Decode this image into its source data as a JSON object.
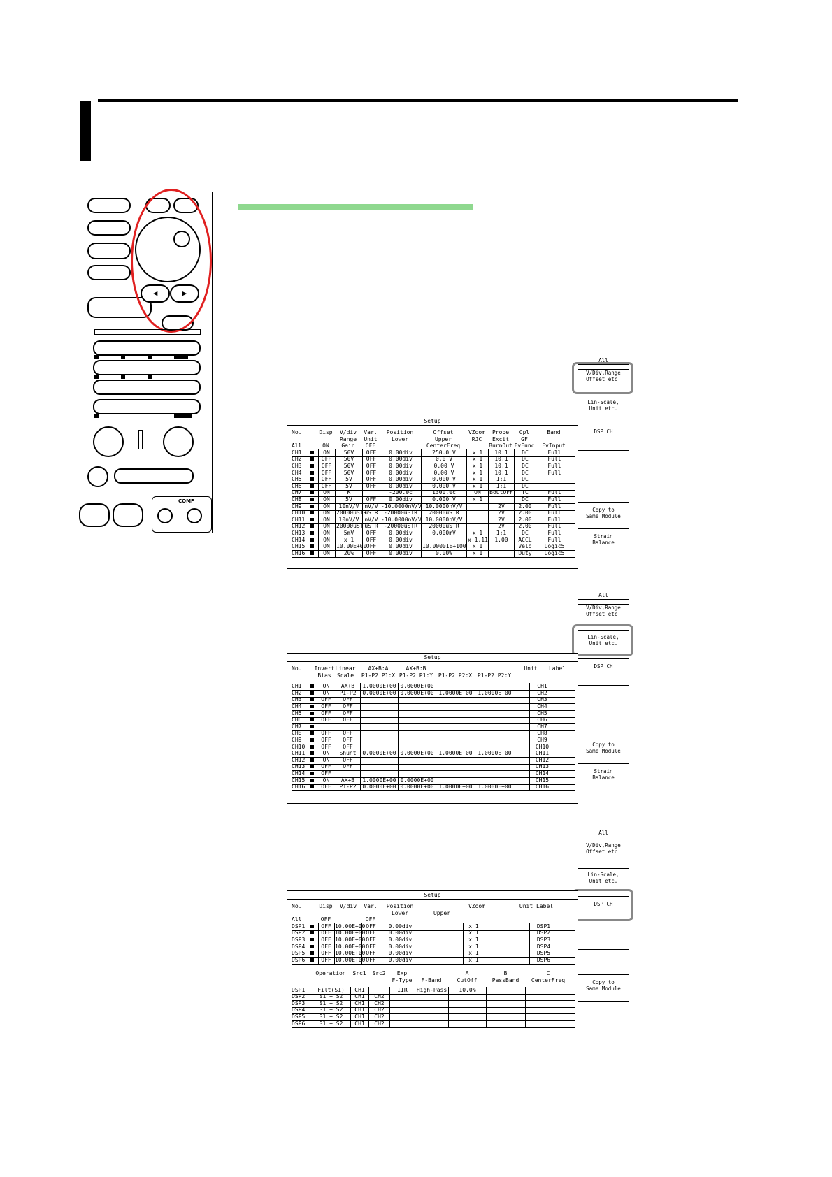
{
  "screen1": {
    "title": "Setup",
    "headers": [
      [
        "No.",
        "Disp",
        "V/div",
        "Var.",
        "Position",
        "Offset",
        "VZoom",
        "Probe",
        "Cpl",
        "Band"
      ],
      [
        "",
        "",
        "Range",
        "Unit",
        "Lower",
        "Upper",
        "RJC",
        "Excit",
        "GF",
        ""
      ],
      [
        "All",
        "ON",
        "Gain",
        "OFF",
        "",
        "CenterFreq",
        "",
        "BurnOut",
        "FvFunc",
        "FvInput"
      ]
    ],
    "rows": [
      [
        "CH1",
        "ON",
        "50V",
        "OFF",
        "0.00div",
        "250.0 V",
        "x 1",
        "10:1",
        "DC",
        "Full"
      ],
      [
        "CH2",
        "OFF",
        "50V",
        "OFF",
        "0.00div",
        "0.0 V",
        "x 1",
        "10:1",
        "DC",
        "Full"
      ],
      [
        "CH3",
        "OFF",
        "50V",
        "OFF",
        "0.00div",
        "0.00 V",
        "x 1",
        "10:1",
        "DC",
        "Full"
      ],
      [
        "CH4",
        "OFF",
        "50V",
        "OFF",
        "0.00div",
        "0.00 V",
        "x 1",
        "10:1",
        "DC",
        "Full"
      ],
      [
        "CH5",
        "OFF",
        "5V",
        "OFF",
        "0.00div",
        "0.000 V",
        "x 1",
        "1:1",
        "DC",
        ""
      ],
      [
        "CH6",
        "OFF",
        "5V",
        "OFF",
        "0.00div",
        "0.000 V",
        "x 1",
        "1:1",
        "DC",
        ""
      ],
      [
        "CH7",
        "ON",
        "K",
        "",
        "-200.0c",
        "1300.0c",
        "ON",
        "BoutOFF",
        "TC",
        "Full"
      ],
      [
        "CH8",
        "ON",
        "5V",
        "OFF",
        "0.00div",
        "0.000 V",
        "x 1",
        "",
        "DC",
        "Full"
      ],
      [
        "CH9",
        "ON",
        "10nV/V",
        "nV/V",
        "-10.0000nV/V",
        "10.0000nV/V",
        "",
        "2V",
        "2.00",
        "Full"
      ],
      [
        "CH10",
        "ON",
        "20000uSTR",
        "uSTR",
        "-20000uSTR",
        "20000uSTR",
        "",
        "2V",
        "2.00",
        "Full"
      ],
      [
        "CH11",
        "ON",
        "10nV/V",
        "nV/V",
        "-10.0000nV/V",
        "10.0000nV/V",
        "",
        "2V",
        "2.00",
        "Full"
      ],
      [
        "CH12",
        "ON",
        "20000uSTR",
        "uSTR",
        "-20000uSTR",
        "20000uSTR",
        "",
        "2V",
        "2.00",
        "Full"
      ],
      [
        "CH13",
        "ON",
        "5mV",
        "OFF",
        "0.00div",
        "0.000mV",
        "x 1",
        "1:1",
        "DC",
        "Full"
      ],
      [
        "CH14",
        "ON",
        "x 1",
        "OFF",
        "0.00div",
        "",
        "x 1.11",
        "1.00",
        "ACCL",
        "Full"
      ],
      [
        "CH15",
        "ON",
        "10.00E+00",
        "OFF",
        "0.00div",
        "10.00001E+100",
        "x 1",
        "",
        "Velo",
        "Logic5"
      ],
      [
        "CH16",
        "ON",
        "20%",
        "OFF",
        "0.00div",
        "0.00%",
        "x 1",
        "",
        "Duty",
        "Logic5"
      ]
    ]
  },
  "screen2": {
    "title": "Setup",
    "headers": [
      [
        "No.",
        "Invert",
        "Linear",
        "AX+B:A",
        "",
        "AX+B:B",
        "",
        "",
        "",
        "Unit",
        "Label"
      ],
      [
        "",
        "Bias",
        "Scale",
        "P1-P2 P1:X",
        "",
        "P1-P2 P1:Y",
        "P1-P2 P2:X",
        "P1-P2 P2:Y",
        "",
        "",
        ""
      ]
    ],
    "rows": [
      [
        "CH1",
        "ON",
        "AX+B",
        "1.0000E+00",
        "0.0000E+00",
        "",
        "",
        "CH1"
      ],
      [
        "CH2",
        "ON",
        "P1-P2",
        "0.0000E+00",
        "0.0000E+00",
        "1.0000E+00",
        "1.0000E+00",
        "CH2"
      ],
      [
        "CH3",
        "OFF",
        "OFF",
        "",
        "",
        "",
        "",
        "CH3"
      ],
      [
        "CH4",
        "OFF",
        "OFF",
        "",
        "",
        "",
        "",
        "CH4"
      ],
      [
        "CH5",
        "OFF",
        "OFF",
        "",
        "",
        "",
        "",
        "CH5"
      ],
      [
        "CH6",
        "OFF",
        "OFF",
        "",
        "",
        "",
        "",
        "CH6"
      ],
      [
        "CH7",
        "",
        "",
        "",
        "",
        "",
        "",
        "CH7"
      ],
      [
        "CH8",
        "OFF",
        "OFF",
        "",
        "",
        "",
        "",
        "CH8"
      ],
      [
        "CH9",
        "OFF",
        "OFF",
        "",
        "",
        "",
        "",
        "CH9"
      ],
      [
        "CH10",
        "OFF",
        "OFF",
        "",
        "",
        "",
        "",
        "CH10"
      ],
      [
        "CH11",
        "ON",
        "Shunt",
        "0.0000E+00",
        "0.0000E+00",
        "1.0000E+00",
        "1.0000E+00",
        "CH11"
      ],
      [
        "CH12",
        "ON",
        "OFF",
        "",
        "",
        "",
        "",
        "CH12"
      ],
      [
        "CH13",
        "OFF",
        "OFF",
        "",
        "",
        "",
        "",
        "CH13"
      ],
      [
        "CH14",
        "OFF",
        "",
        "",
        "",
        "",
        "",
        "CH14"
      ],
      [
        "CH15",
        "ON",
        "AX+B",
        "1.0000E+00",
        "0.0000E+00",
        "",
        "",
        "CH15"
      ],
      [
        "CH16",
        "OFF",
        "P1-P2",
        "0.0000E+00",
        "0.0000E+00",
        "1.0000E+00",
        "1.0000E+00",
        "CH16"
      ]
    ]
  },
  "screen3": {
    "title": "Setup",
    "headers": [
      [
        "No.",
        "Disp",
        "V/div",
        "Var.",
        "Position",
        "",
        "VZoom",
        "Unit Label"
      ],
      [
        "",
        "",
        "",
        "",
        "Lower",
        "Upper",
        "",
        ""
      ],
      [
        "All",
        "OFF",
        "",
        "OFF",
        "",
        "",
        "",
        ""
      ]
    ],
    "rows": [
      [
        "DSP1",
        "OFF",
        "10.00E+00",
        "OFF",
        "0.00div",
        "x 1",
        "DSP1"
      ],
      [
        "DSP2",
        "OFF",
        "10.00E+00",
        "OFF",
        "0.00div",
        "x 1",
        "DSP2"
      ],
      [
        "DSP3",
        "OFF",
        "10.00E+00",
        "OFF",
        "0.00div",
        "x 1",
        "DSP3"
      ],
      [
        "DSP4",
        "OFF",
        "10.00E+00",
        "OFF",
        "0.00div",
        "x 1",
        "DSP4"
      ],
      [
        "DSP5",
        "OFF",
        "10.00E+00",
        "OFF",
        "0.00div",
        "x 1",
        "DSP5"
      ],
      [
        "DSP6",
        "OFF",
        "10.00E+00",
        "OFF",
        "0.00div",
        "x 1",
        "DSP6"
      ]
    ],
    "op_headers": [
      [
        "",
        "Operation",
        "Src1",
        "Src2",
        "Exp",
        "",
        "A",
        "B",
        "C"
      ],
      [
        "",
        "",
        "",
        "",
        "F-Type",
        "F-Band",
        "CutOff",
        "PassBand",
        "CenterFreq"
      ]
    ],
    "op_rows": [
      [
        "DSP1",
        "Filt(S1)",
        "CH1",
        "",
        "IIR",
        "High-Pass",
        "10.0%",
        "",
        ""
      ],
      [
        "DSP2",
        "S1 + S2",
        "CH1",
        "CH2",
        "",
        "",
        "",
        "",
        ""
      ],
      [
        "DSP3",
        "S1 + S2",
        "CH1",
        "CH2",
        "",
        "",
        "",
        "",
        ""
      ],
      [
        "DSP4",
        "S1 + S2",
        "CH1",
        "CH2",
        "",
        "",
        "",
        "",
        ""
      ],
      [
        "DSP5",
        "S1 + S2",
        "CH1",
        "CH2",
        "",
        "",
        "",
        "",
        ""
      ],
      [
        "DSP6",
        "S1 + S2",
        "CH1",
        "CH2",
        "",
        "",
        "",
        "",
        ""
      ]
    ]
  },
  "menu": {
    "all": "All",
    "vdiv": "V/Div,Range\nOffset etc.",
    "linscale": "Lin-Scale,\nUnit etc.",
    "dspch": "DSP CH",
    "copy": "Copy to\nSame Module",
    "strain": "Strain\nBalance"
  },
  "panel": {
    "comp_label": "COMP"
  }
}
